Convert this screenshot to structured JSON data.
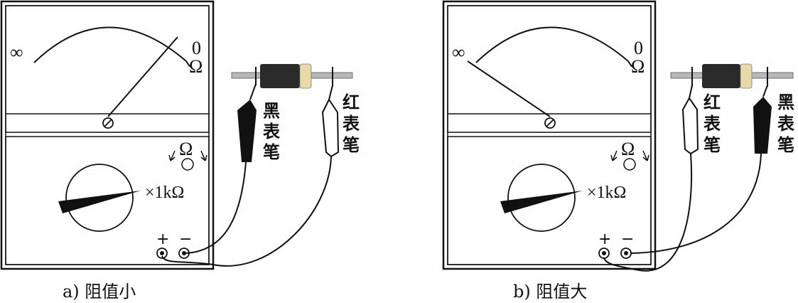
{
  "panels": [
    {
      "caption": "a) 阻值小",
      "scale_left": "∞",
      "scale_right_num": "0",
      "scale_right_unit": "Ω",
      "switch_label": "Ω",
      "range_label": "×1kΩ",
      "plus_label": "+",
      "minus_label": "−",
      "probe_1": {
        "label": [
          "黑",
          "表",
          "笔"
        ],
        "color": "black"
      },
      "probe_2": {
        "label": [
          "红",
          "表",
          "笔"
        ],
        "color": "white"
      },
      "needle_reading": "low-resistance"
    },
    {
      "caption": "b) 阻值大",
      "scale_left": "∞",
      "scale_right_num": "0",
      "scale_right_unit": "Ω",
      "switch_label": "Ω",
      "range_label": "×1kΩ",
      "plus_label": "+",
      "minus_label": "−",
      "probe_1": {
        "label": [
          "红",
          "表",
          "笔"
        ],
        "color": "white"
      },
      "probe_2": {
        "label": [
          "黑",
          "表",
          "笔"
        ],
        "color": "black"
      },
      "needle_reading": "high-resistance"
    }
  ],
  "colors": {
    "stroke": "#111111",
    "black_probe": "#111111",
    "red_probe_fill": "#ffffff",
    "diode_body": "#2a2a2a",
    "diode_band": "#e8d9a8",
    "lead_metal": "#b8b8b8"
  }
}
